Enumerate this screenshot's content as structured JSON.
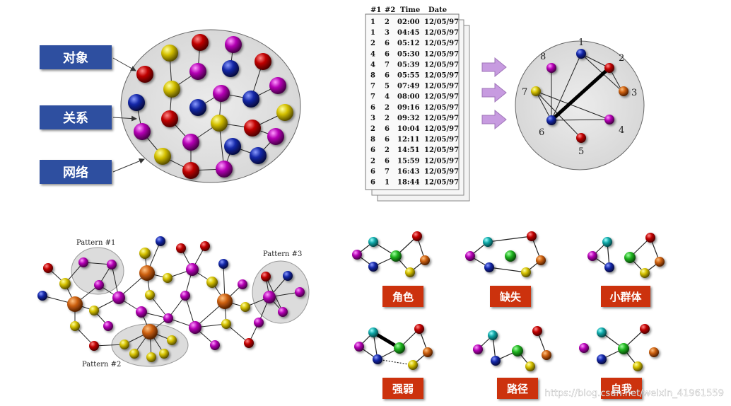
{
  "network_labels": {
    "objects": "对象",
    "relations": "关系",
    "network": "网络"
  },
  "table": {
    "headers": [
      "#1",
      "#2",
      "Time",
      "Date"
    ],
    "rows": [
      [
        "1",
        "2",
        "02:00",
        "12/05/97"
      ],
      [
        "1",
        "3",
        "04:45",
        "12/05/97"
      ],
      [
        "2",
        "6",
        "05:12",
        "12/05/97"
      ],
      [
        "4",
        "6",
        "05:30",
        "12/05/97"
      ],
      [
        "4",
        "7",
        "05:39",
        "12/05/97"
      ],
      [
        "8",
        "6",
        "05:55",
        "12/05/97"
      ],
      [
        "7",
        "5",
        "07:49",
        "12/05/97"
      ],
      [
        "7",
        "4",
        "08:00",
        "12/05/97"
      ],
      [
        "6",
        "2",
        "09:16",
        "12/05/97"
      ],
      [
        "3",
        "2",
        "09:32",
        "12/05/97"
      ],
      [
        "2",
        "6",
        "10:04",
        "12/05/97"
      ],
      [
        "8",
        "6",
        "12:11",
        "12/05/97"
      ],
      [
        "6",
        "2",
        "14:51",
        "12/05/97"
      ],
      [
        "2",
        "6",
        "15:59",
        "12/05/97"
      ],
      [
        "6",
        "7",
        "16:43",
        "12/05/97"
      ],
      [
        "6",
        "1",
        "18:44",
        "12/05/97"
      ]
    ]
  },
  "circle_graph": {
    "node_labels": [
      "1",
      "2",
      "3",
      "4",
      "5",
      "6",
      "7",
      "8"
    ]
  },
  "patterns": {
    "p1": "Pattern #1",
    "p2": "Pattern #2",
    "p3": "Pattern #3"
  },
  "roles": {
    "role": "角色",
    "missing": "缺失",
    "subgroup": "小群体",
    "strength": "强弱",
    "path": "路径",
    "ego": "自我"
  },
  "watermark": "https://blog.csdn.net/weixin_41961559",
  "colors": {
    "label_box": "#2e4fa0",
    "role_box": "#cc3311",
    "sphere_red": "#b00000",
    "sphere_yellow": "#c8b400",
    "sphere_blue": "#101e9a",
    "sphere_magenta": "#b000b0",
    "sphere_orange": "#c85a10",
    "sphere_green": "#20b020",
    "sphere_cyan": "#10a8a8",
    "arrow": "#c79be0"
  }
}
